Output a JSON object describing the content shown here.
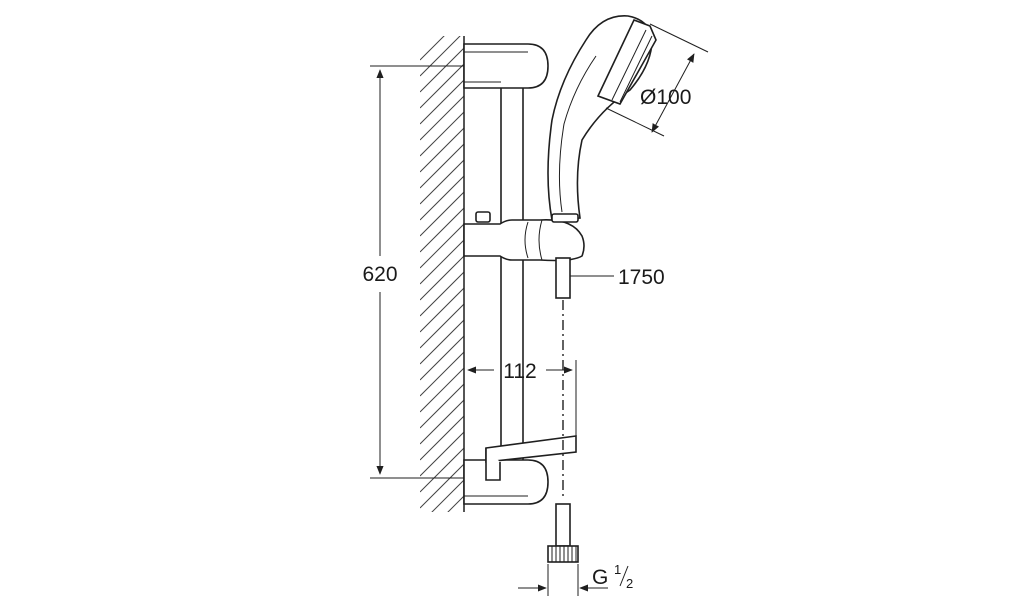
{
  "dimensions": {
    "rail_length": "620",
    "head_diameter": "Ø100",
    "hose_length": "1750",
    "wall_offset": "112",
    "thread": "G",
    "thread_fraction_num": "1",
    "thread_fraction_den": "2"
  }
}
